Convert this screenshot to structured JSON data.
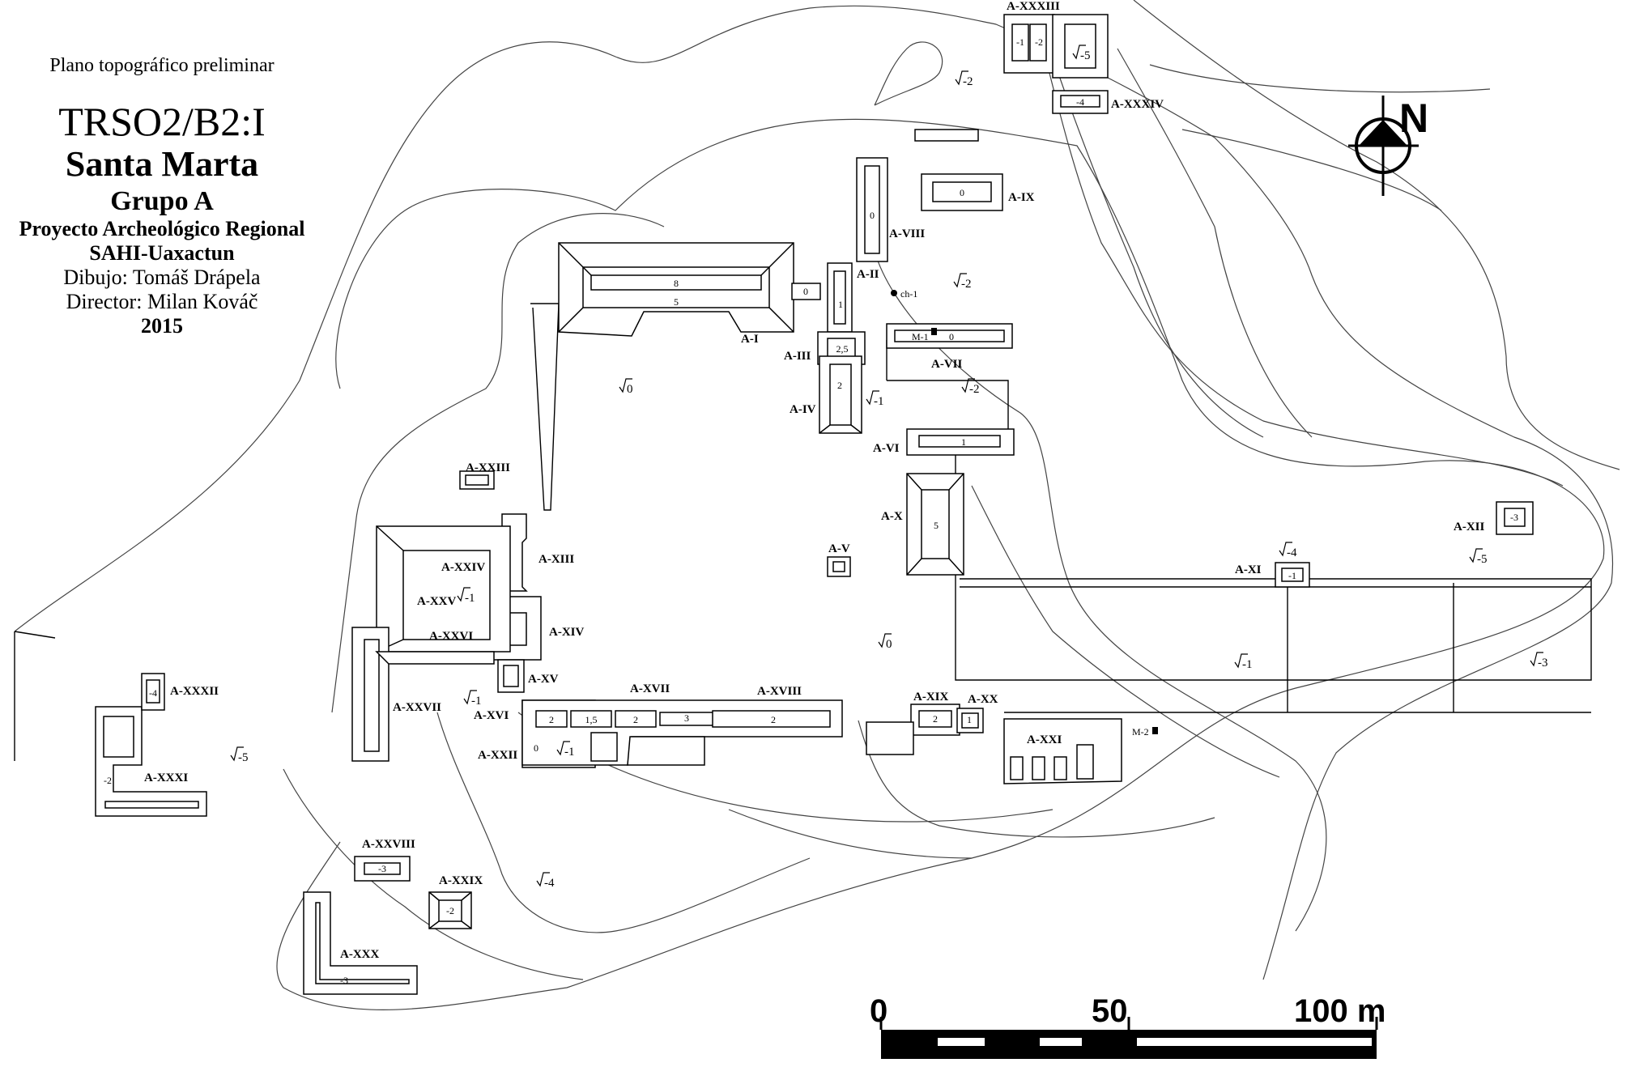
{
  "title_block": {
    "subtitle": "Plano topográfico preliminar",
    "code": "TRSO2/B2:I",
    "site": "Santa Marta",
    "group": "Grupo A",
    "project_line1": "Proyecto Archeológico Regional",
    "project_line2": "SAHI-Uaxactun",
    "drawing": "Dibujo: Tomáš Drápela",
    "director": "Director: Milan Kováč",
    "year": "2015"
  },
  "north_arrow": {
    "label": "N"
  },
  "scale_bar": {
    "labels": [
      "0",
      "50",
      "100 m"
    ]
  },
  "structure_labels": {
    "AI": "A-I",
    "AII": "A-II",
    "AIII": "A-III",
    "AIV": "A-IV",
    "AV": "A-V",
    "AVI": "A-VI",
    "AVII": "A-VII",
    "AVIII": "A-VIII",
    "AIX": "A-IX",
    "AX": "A-X",
    "AXI": "A-XI",
    "AXII": "A-XII",
    "AXIII": "A-XIII",
    "AXIV": "A-XIV",
    "AXV": "A-XV",
    "AXVI": "A-XVI",
    "AXVII": "A-XVII",
    "AXVIII": "A-XVIII",
    "AXIX": "A-XIX",
    "AXX": "A-XX",
    "AXXI": "A-XXI",
    "AXXII": "A-XXII",
    "AXXIII": "A-XXIII",
    "AXXIV": "A-XXIV",
    "AXXV": "A-XXV",
    "AXXVI": "A-XXVI",
    "AXXVII": "A-XXVII",
    "AXXVIII": "A-XXVIII",
    "AXXIX": "A-XXIX",
    "AXXX": "A-XXX",
    "AXXXI": "A-XXXI",
    "AXXXII": "A-XXXII",
    "AXXXIII": "A-XXXIII",
    "AXXXIV": "A-XXXIV"
  },
  "features": {
    "ch1": "ch-1",
    "m1": "M-1",
    "m2": "M-2"
  },
  "levels": {
    "ai_top": "8",
    "ai_base": "5",
    "aii": "1",
    "aii_small": "0",
    "aiii": "2,5",
    "aiv": "2",
    "avi": "1",
    "avii": "0",
    "aviii": "0",
    "aix": "0",
    "ax": "5",
    "axi": "-1",
    "axii": "-3",
    "axvi": "0",
    "axvii_a": "2",
    "axvii_b": "1,5",
    "axvii_c": "2",
    "axvii_d": "3",
    "axviii": "2",
    "axix": "2",
    "axx": "1",
    "axxviii": "-3",
    "axxix": "-2",
    "axxx": "-3",
    "axxxi": "-2",
    "axxxii": "-4",
    "axxxiii_a": "-1",
    "axxxiii_b": "-2",
    "axxxiv": "-4"
  },
  "elevations": {
    "e1": "-2",
    "e2": "-5",
    "e3": "-2",
    "e4": "0",
    "e5": "-1",
    "e6": "-2",
    "e7": "0",
    "e8": "-1",
    "e9": "-1",
    "e10": "-1",
    "e11": "-4",
    "e12": "-5",
    "e13": "-1",
    "e14": "-3",
    "e15": "-5",
    "e16": "-4"
  }
}
